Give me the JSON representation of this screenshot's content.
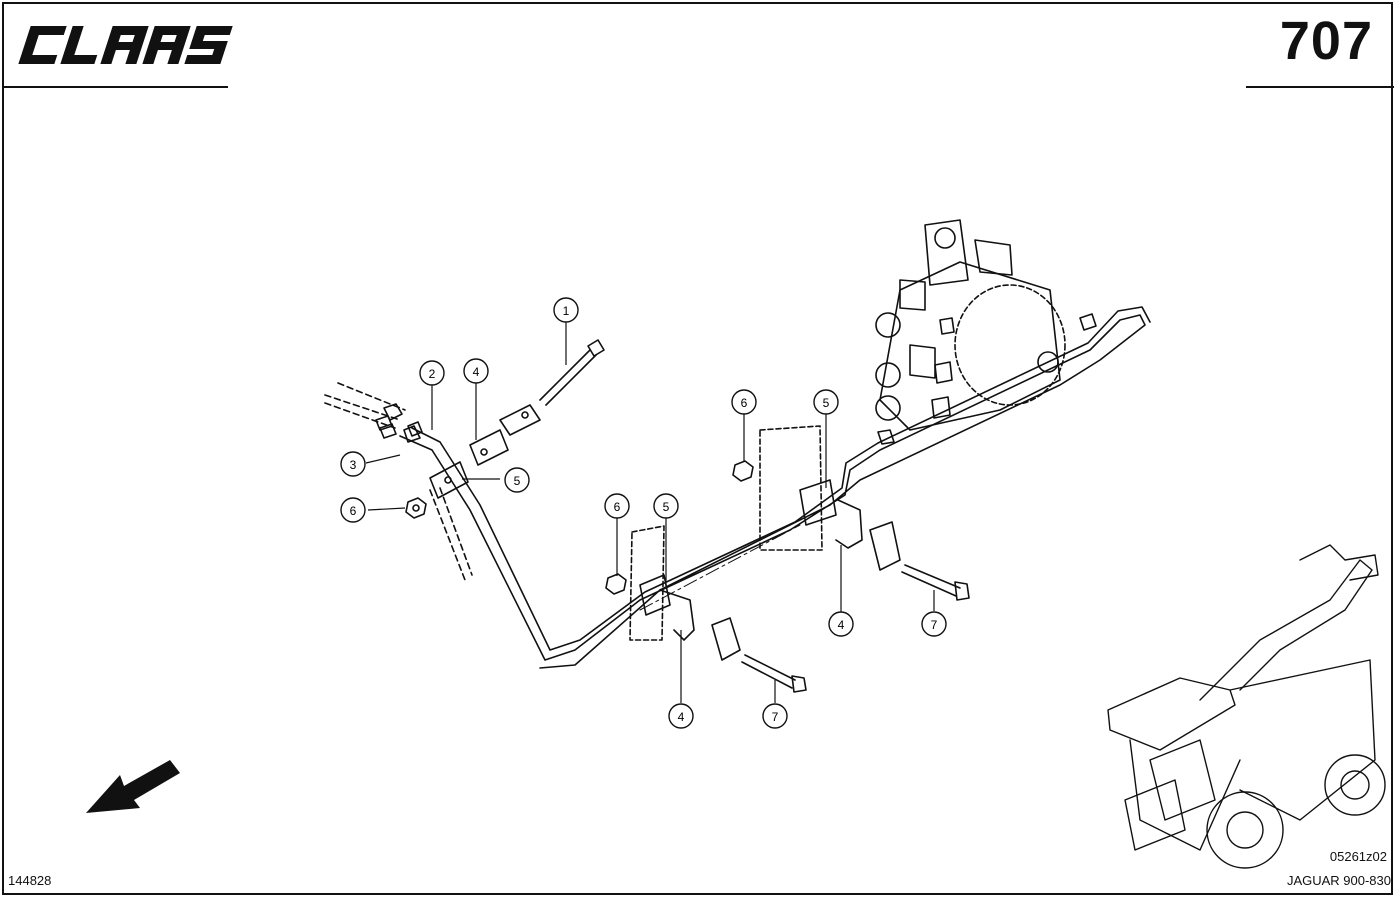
{
  "header": {
    "brand": "CLAAS",
    "page_number": "707"
  },
  "footer": {
    "document_number": "144828",
    "drawing_code": "05261z02",
    "model": "JAGUAR 900-830"
  },
  "callouts": [
    {
      "id": "c1",
      "label": "1"
    },
    {
      "id": "c2",
      "label": "2"
    },
    {
      "id": "c3",
      "label": "3"
    },
    {
      "id": "c4a",
      "label": "4"
    },
    {
      "id": "c5a",
      "label": "5"
    },
    {
      "id": "c6a",
      "label": "6"
    },
    {
      "id": "c6b",
      "label": "6"
    },
    {
      "id": "c5b",
      "label": "5"
    },
    {
      "id": "c6c",
      "label": "6"
    },
    {
      "id": "c5c",
      "label": "5"
    },
    {
      "id": "c4b",
      "label": "4"
    },
    {
      "id": "c7a",
      "label": "7"
    },
    {
      "id": "c4c",
      "label": "4"
    },
    {
      "id": "c7b",
      "label": "7"
    }
  ],
  "icons": {
    "direction": "arrow-icon",
    "machine": "forage-harvester-icon"
  }
}
